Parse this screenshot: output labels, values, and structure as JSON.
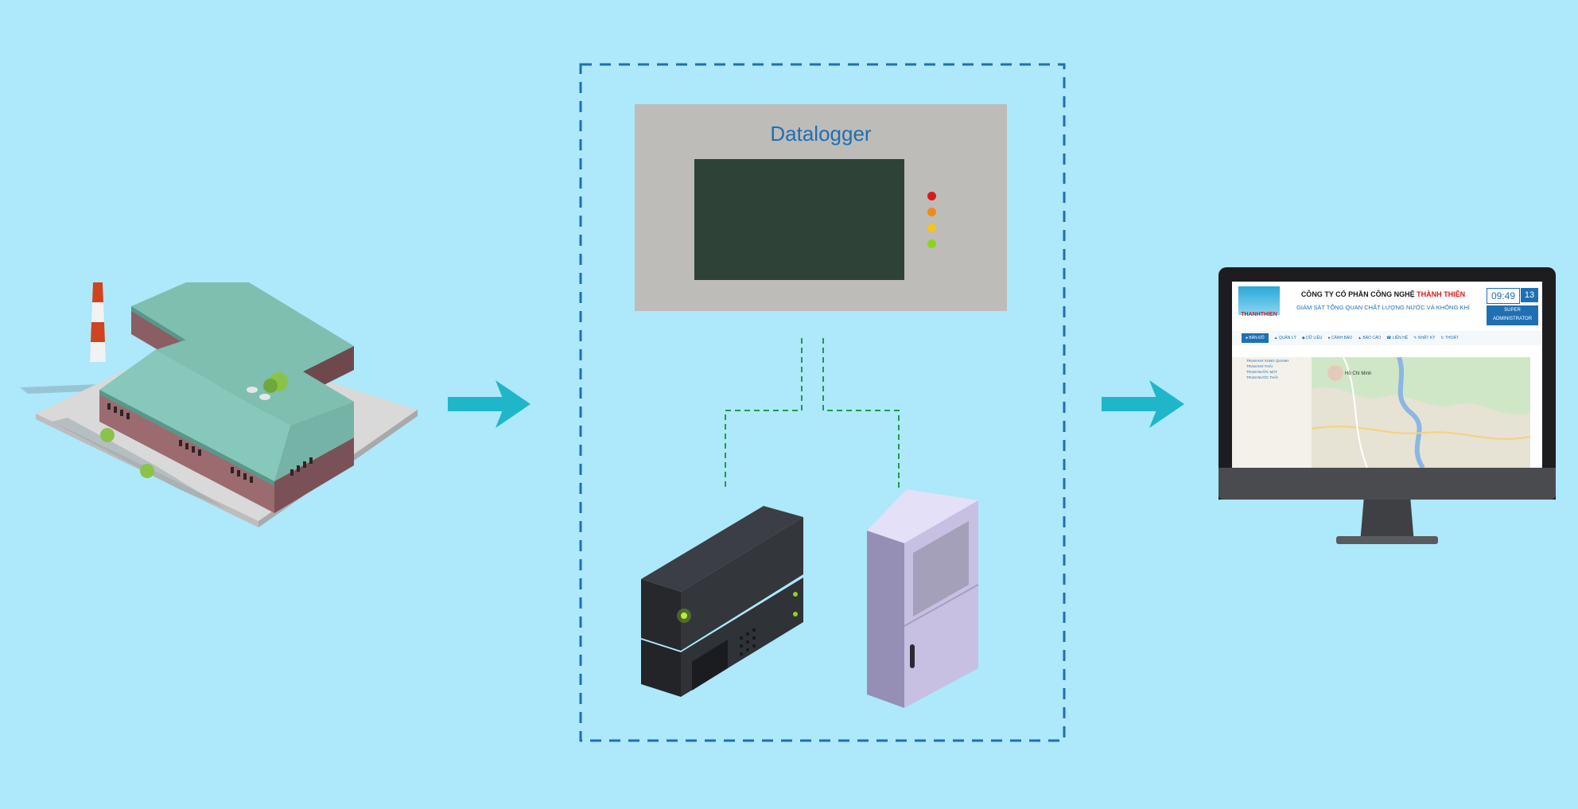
{
  "datalogger": {
    "title": "Datalogger"
  },
  "led_colors": [
    "#d41c1c",
    "#f08a1a",
    "#f5c51c",
    "#8fd21e"
  ],
  "colors": {
    "background": "#ade8fb",
    "arrow": "#1fb6c9",
    "dashed_border": "#1f6fb4",
    "connector": "#1f9a4d"
  },
  "monitor": {
    "brand": "THANHTHIEN",
    "company_prefix": "CÔNG TY CỔ PHẦN CÔNG NGHỆ ",
    "company_highlight": "THÀNH THIÊN",
    "subtitle": "GIÁM SÁT TỔNG QUAN CHẤT LƯỢNG NƯỚC VÀ KHÔNG KHÍ",
    "clock": "09:49",
    "date_day": "13",
    "user_line1": "SUPER",
    "user_line2": "ADMINISTRATOR",
    "nav": [
      "● BẢN ĐỒ",
      "▲ QUẢN LÝ",
      "◆ DỮ LIỆU",
      "● CẢNH BÁO",
      "▲ BÁO CÁO",
      "☎ LIÊN HỆ",
      "✎ NHẬT KÝ",
      "↻ THOÁT"
    ],
    "station_list": [
      "TRẠM KHÍ XUNG QUANH",
      "TRẠM KHÍ THẢI",
      "TRẠM NƯỚC MẶT",
      "TRẠM NƯỚC THẢI"
    ],
    "map_label": "Hồ Chí Minh"
  }
}
